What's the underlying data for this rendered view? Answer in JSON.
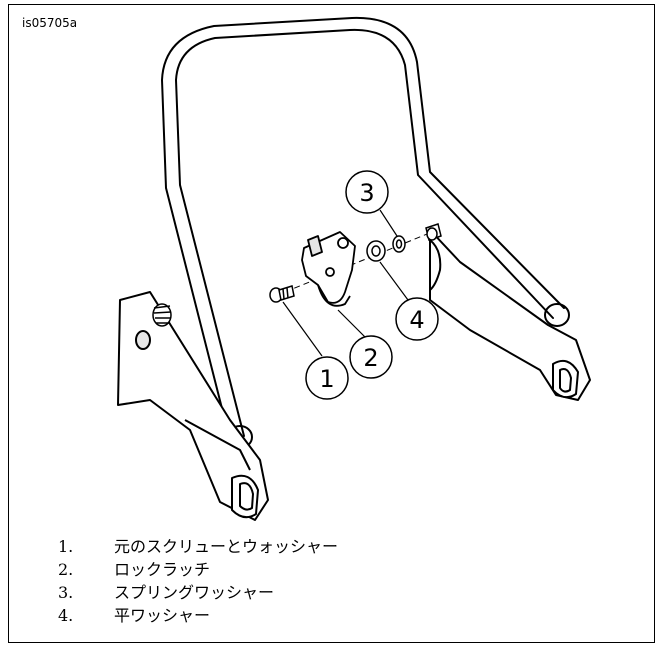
{
  "figure": {
    "id": "is05705a"
  },
  "callouts": [
    "1",
    "2",
    "3",
    "4"
  ],
  "legend": [
    {
      "num": "1.",
      "text": "元のスクリューとウォッシャー"
    },
    {
      "num": "2.",
      "text": "ロックラッチ"
    },
    {
      "num": "3.",
      "text": "スプリングワッシャー"
    },
    {
      "num": "4.",
      "text": "平ワッシャー"
    }
  ],
  "colors": {
    "line": "#000000",
    "background": "#ffffff",
    "shading": "#e6e6e6"
  }
}
